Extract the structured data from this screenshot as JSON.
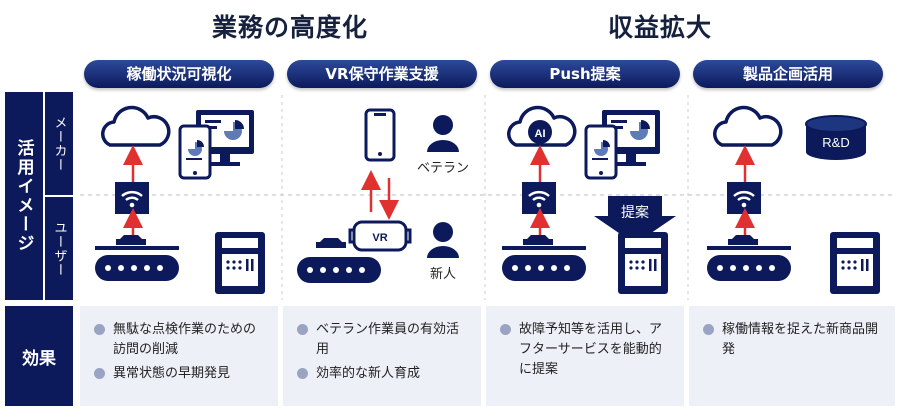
{
  "headings": {
    "left": "業務の高度化",
    "right": "収益拡大"
  },
  "columns": [
    {
      "title": "稼働状況可視化"
    },
    {
      "title": "VR保守作業支援"
    },
    {
      "title": "Push提案"
    },
    {
      "title": "製品企画活用"
    }
  ],
  "rows": {
    "usage": "活用イメージ",
    "maker": "メーカー",
    "user": "ユーザー",
    "effect": "効果"
  },
  "labels": {
    "veteran": "ベテラン",
    "newcomer": "新人",
    "vr": "VR",
    "ai": "AI",
    "proposal": "提案",
    "rd": "R&D"
  },
  "effects": [
    [
      "無駄な点検作業のための訪問の削減",
      "異常状態の早期発見"
    ],
    [
      "ベテラン作業員の有効活用",
      "効率的な新人育成"
    ],
    [
      "故障予知等を活用し、アフターサービスを能動的に提案"
    ],
    [
      "稼働情報を捉えた新商品開発"
    ]
  ],
  "colors": {
    "navy": "#0c1a5c",
    "arrow": "#e03030",
    "panel": "#eef0f8"
  }
}
